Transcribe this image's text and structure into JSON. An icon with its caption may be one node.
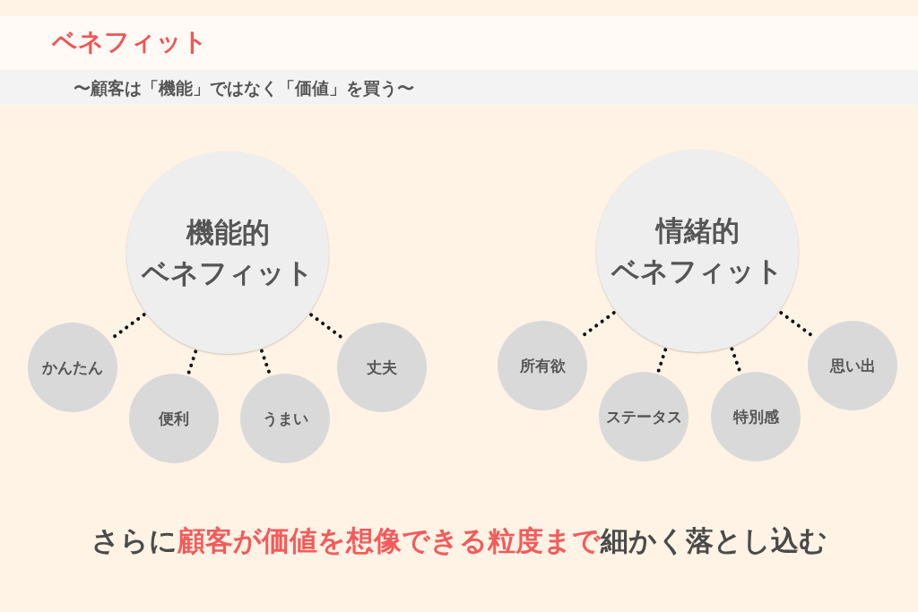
{
  "diagram": {
    "title": "ベネフィット",
    "nodes": [
      {
        "text": [
          "機能的ベネフィット"
        ]
      },
      {
        "text": [
          "かんたん"
        ]
      },
      {
        "text": [
          "便利"
        ]
      },
      {
        "text": [
          "うまい"
        ]
      },
      {
        "text": [
          "丈夫"
        ]
      },
      {
        "text": [
          "情緒的ベネフィット"
        ]
      },
      {
        "text": [
          "所有欲"
        ]
      },
      {
        "text": [
          "ステータス"
        ]
      },
      {
        "text": [
          "特別感"
        ]
      },
      {
        "text": [
          "思い出"
        ]
      }
    ],
    "edges": [
      {
        "from": 0,
        "to": 1,
        "arrow": "none"
      },
      {
        "from": 0,
        "to": 2,
        "arrow": "none"
      },
      {
        "from": 0,
        "to": 3,
        "arrow": "none"
      },
      {
        "from": 0,
        "to": 4,
        "arrow": "none"
      },
      {
        "from": 5,
        "to": 6,
        "arrow": "none"
      },
      {
        "from": 5,
        "to": 7,
        "arrow": "none"
      },
      {
        "from": 5,
        "to": 8,
        "arrow": "none"
      },
      {
        "from": 5,
        "to": 9,
        "arrow": "none"
      }
    ],
    "labels": [
      "〜顧客は「機能」ではなく「価値」を買う〜",
      "さらに**顧客が価値を想像できる粒度まで**細かく落とし込む"
    ]
  }
}
